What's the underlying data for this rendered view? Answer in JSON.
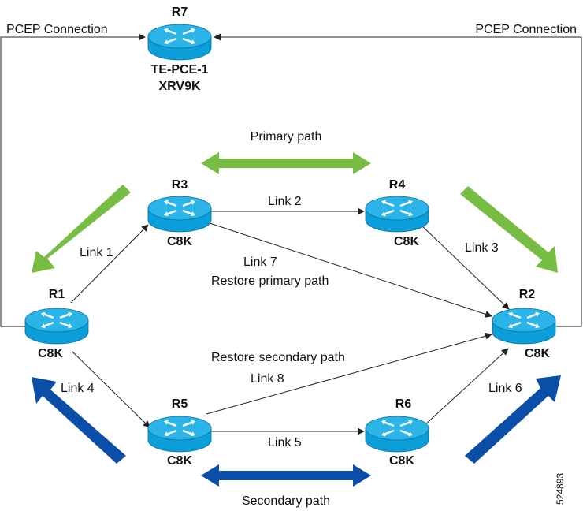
{
  "routers": {
    "r1": {
      "name": "R1",
      "model": "C8K"
    },
    "r2": {
      "name": "R2",
      "model": "C8K"
    },
    "r3": {
      "name": "R3",
      "model": "C8K"
    },
    "r4": {
      "name": "R4",
      "model": "C8K"
    },
    "r5": {
      "name": "R5",
      "model": "C8K"
    },
    "r6": {
      "name": "R6",
      "model": "C8K"
    },
    "r7": {
      "name": "R7",
      "model_line1": "TE-PCE-1",
      "model_line2": "XRV9K"
    }
  },
  "links": {
    "link1": "Link 1",
    "link2": "Link 2",
    "link3": "Link 3",
    "link4": "Link 4",
    "link5": "Link 5",
    "link6": "Link 6",
    "link7": "Link 7",
    "link8": "Link 8"
  },
  "labels": {
    "pcep_left": "PCEP Connection",
    "pcep_right": "PCEP Connection",
    "primary_path": "Primary path",
    "secondary_path": "Secondary path",
    "restore_primary": "Restore primary path",
    "restore_secondary": "Restore secondary path",
    "figure_id": "524893"
  },
  "colors": {
    "router_top": "#2bb4e8",
    "router_body": "#0a9fd8",
    "router_edge": "#0a6f9c",
    "primary_arrow": "#77bc43",
    "secondary_arrow": "#0a4ea8",
    "line": "#222222"
  },
  "icons": {
    "router": "router-icon"
  }
}
